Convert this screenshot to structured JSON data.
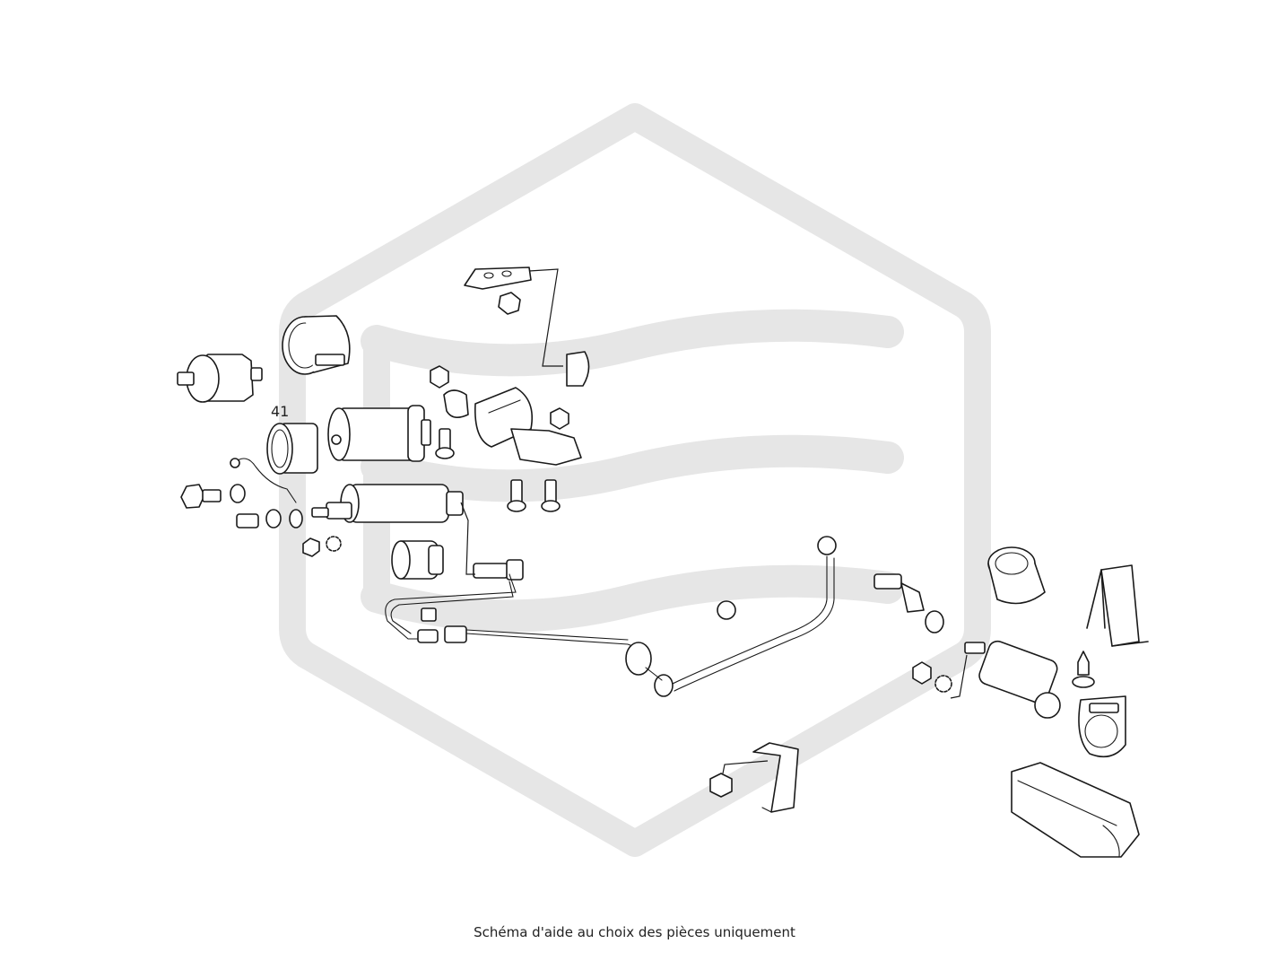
{
  "diagram": {
    "part_number_label": "41",
    "caption": "Schéma d'aide au choix des pièces uniquement"
  },
  "colors": {
    "line": "#1a1a1a",
    "watermark": "#e6e6e6",
    "background": "#ffffff"
  },
  "icons": {
    "watermark": "hexagon-logo-watermark"
  }
}
